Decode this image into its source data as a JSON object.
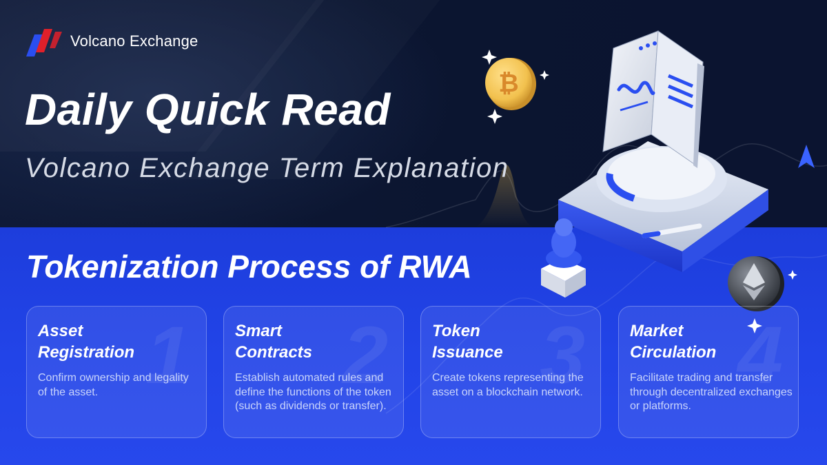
{
  "brand": {
    "name": "Volcano Exchange"
  },
  "header": {
    "title": "Daily Quick Read",
    "subtitle": "Volcano Exchange Term Explanation"
  },
  "section": {
    "title": "Tokenization Process of RWA"
  },
  "steps": [
    {
      "number": "1",
      "title_line1": "Asset",
      "title_line2": "Registration",
      "description": "Confirm ownership and legality of the asset."
    },
    {
      "number": "2",
      "title_line1": "Smart",
      "title_line2": "Contracts",
      "description": "Establish automated rules and define the functions of the token (such as dividends or transfer)."
    },
    {
      "number": "3",
      "title_line1": "Token",
      "title_line2": "Issuance",
      "description": "Create tokens representing the asset on a blockchain network."
    },
    {
      "number": "4",
      "title_line1": "Market",
      "title_line2": "Circulation",
      "description": "Facilitate trading and transfer through decentralized exchanges or platforms."
    }
  ],
  "colors": {
    "dark_bg": "#0c1733",
    "accent_blue": "#2244e8",
    "logo_red": "#e0202a",
    "logo_blue": "#2a4ef0",
    "coin_gold": "#f2c14e"
  },
  "icons": [
    "bitcoin-coin-icon",
    "ethereum-coin-icon",
    "book-icon",
    "sparkle-icon",
    "pen-icon",
    "cursor-arrow-icon"
  ]
}
